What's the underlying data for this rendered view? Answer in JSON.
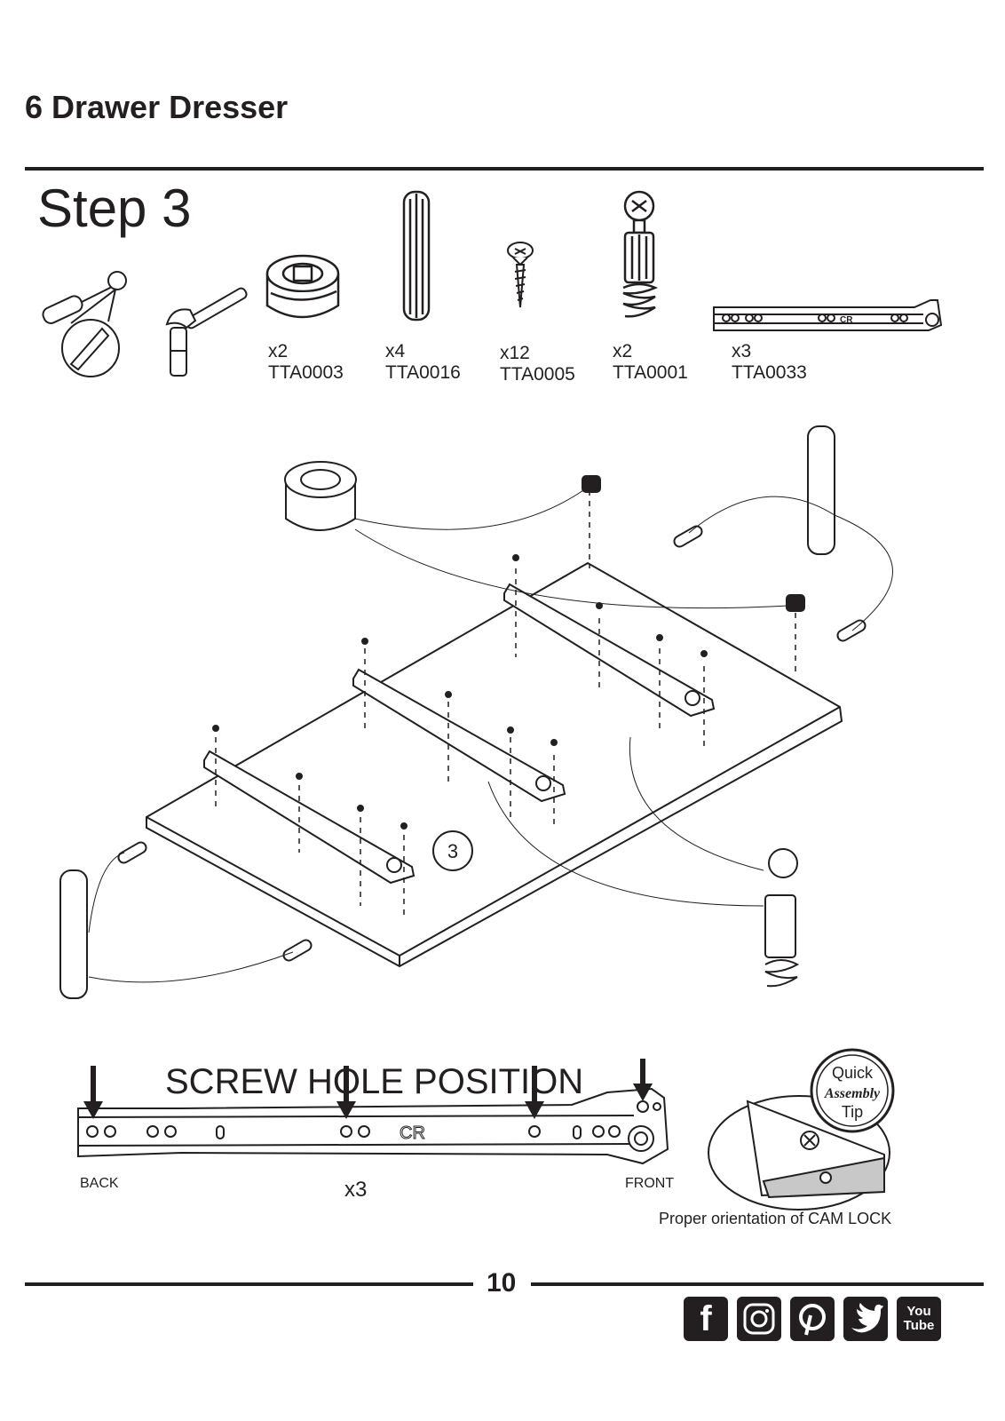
{
  "page": {
    "title": "6 Drawer Dresser",
    "step": "Step 3",
    "page_number": "10"
  },
  "parts": [
    {
      "qty": "x2",
      "code": "TTA0003"
    },
    {
      "qty": "x4",
      "code": "TTA0016"
    },
    {
      "qty": "x12",
      "code": "TTA0005"
    },
    {
      "qty": "x2",
      "code": "TTA0001"
    },
    {
      "qty": "x3",
      "code": "TTA0033"
    }
  ],
  "diagram": {
    "panel_number": "3",
    "rail_mark": "CR"
  },
  "screw_hole": {
    "title": "SCREW HOLE POSITION",
    "back": "BACK",
    "front": "FRONT",
    "qty": "x3",
    "rail_mark": "CR"
  },
  "tip": {
    "badge_top": "Quick",
    "badge_mid": "Assembly",
    "badge_bot": "Tip",
    "caption": "Proper orientation of CAM LOCK"
  },
  "social": {
    "facebook": "f",
    "youtube_top": "You",
    "youtube_bot": "Tube"
  },
  "icons": [
    "screwdriver-icon",
    "hammer-icon",
    "facebook-icon",
    "instagram-icon",
    "pinterest-icon",
    "twitter-icon",
    "youtube-icon"
  ]
}
